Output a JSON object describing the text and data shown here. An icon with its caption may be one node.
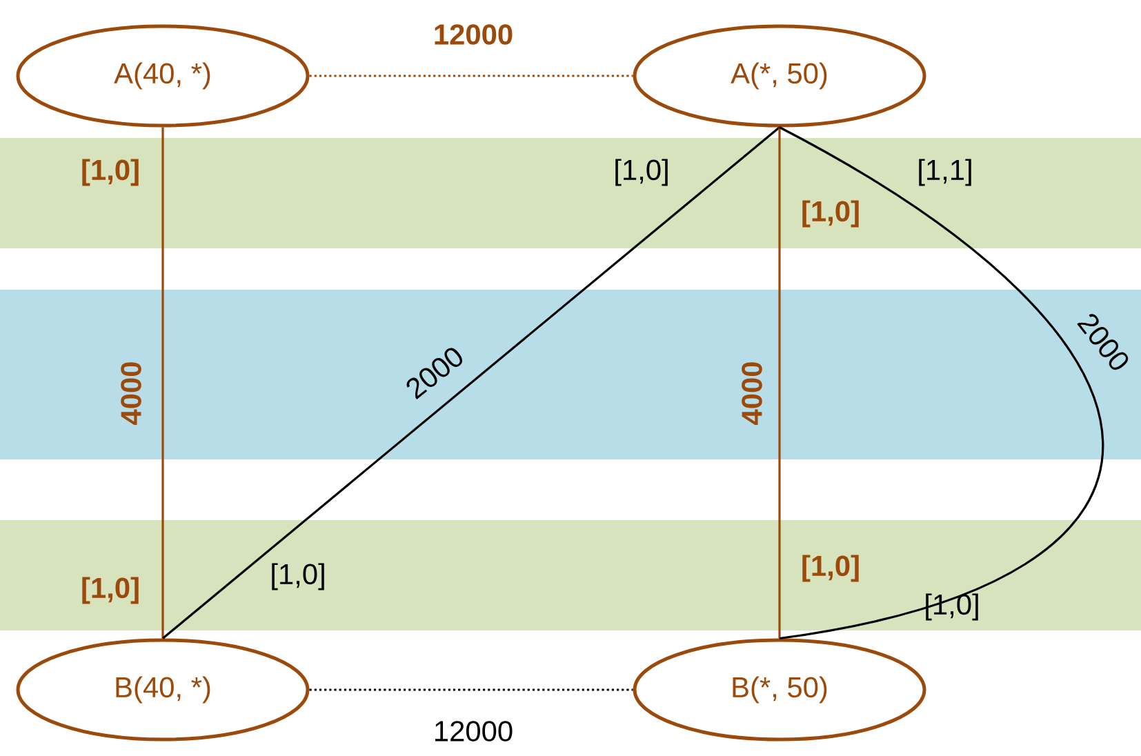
{
  "diagram": {
    "nodes": [
      {
        "text": [
          "A(40, *)"
        ]
      },
      {
        "text": [
          "A(*, 50)"
        ]
      },
      {
        "text": [
          "B(40, *)"
        ]
      },
      {
        "text": [
          "B(*, 50)"
        ]
      }
    ],
    "edges": [
      {
        "from": 0,
        "to": 1,
        "arrow": "none",
        "label": "12000",
        "style": "dashed",
        "color": "#9c4a0c"
      },
      {
        "from": 0,
        "to": 2,
        "arrow": "none",
        "label": "4000",
        "color": "#9c4a0c"
      },
      {
        "from": 1,
        "to": 2,
        "arrow": "none",
        "label": "2000",
        "color": "#000000"
      },
      {
        "from": 1,
        "to": 3,
        "arrow": "none",
        "label": "4000",
        "color": "#9c4a0c"
      },
      {
        "from": 1,
        "to": 3,
        "arrow": "none",
        "label": "2000",
        "color": "#000000"
      },
      {
        "from": 2,
        "to": 3,
        "arrow": "none",
        "label": "12000",
        "style": "dashed",
        "color": "#000000"
      }
    ],
    "labels": [
      "[1,0]",
      "[1,0]",
      "[1,1]",
      "[1,0]",
      "[1,0]",
      "[1,0]",
      "[1,0]",
      "[1,0]"
    ]
  }
}
